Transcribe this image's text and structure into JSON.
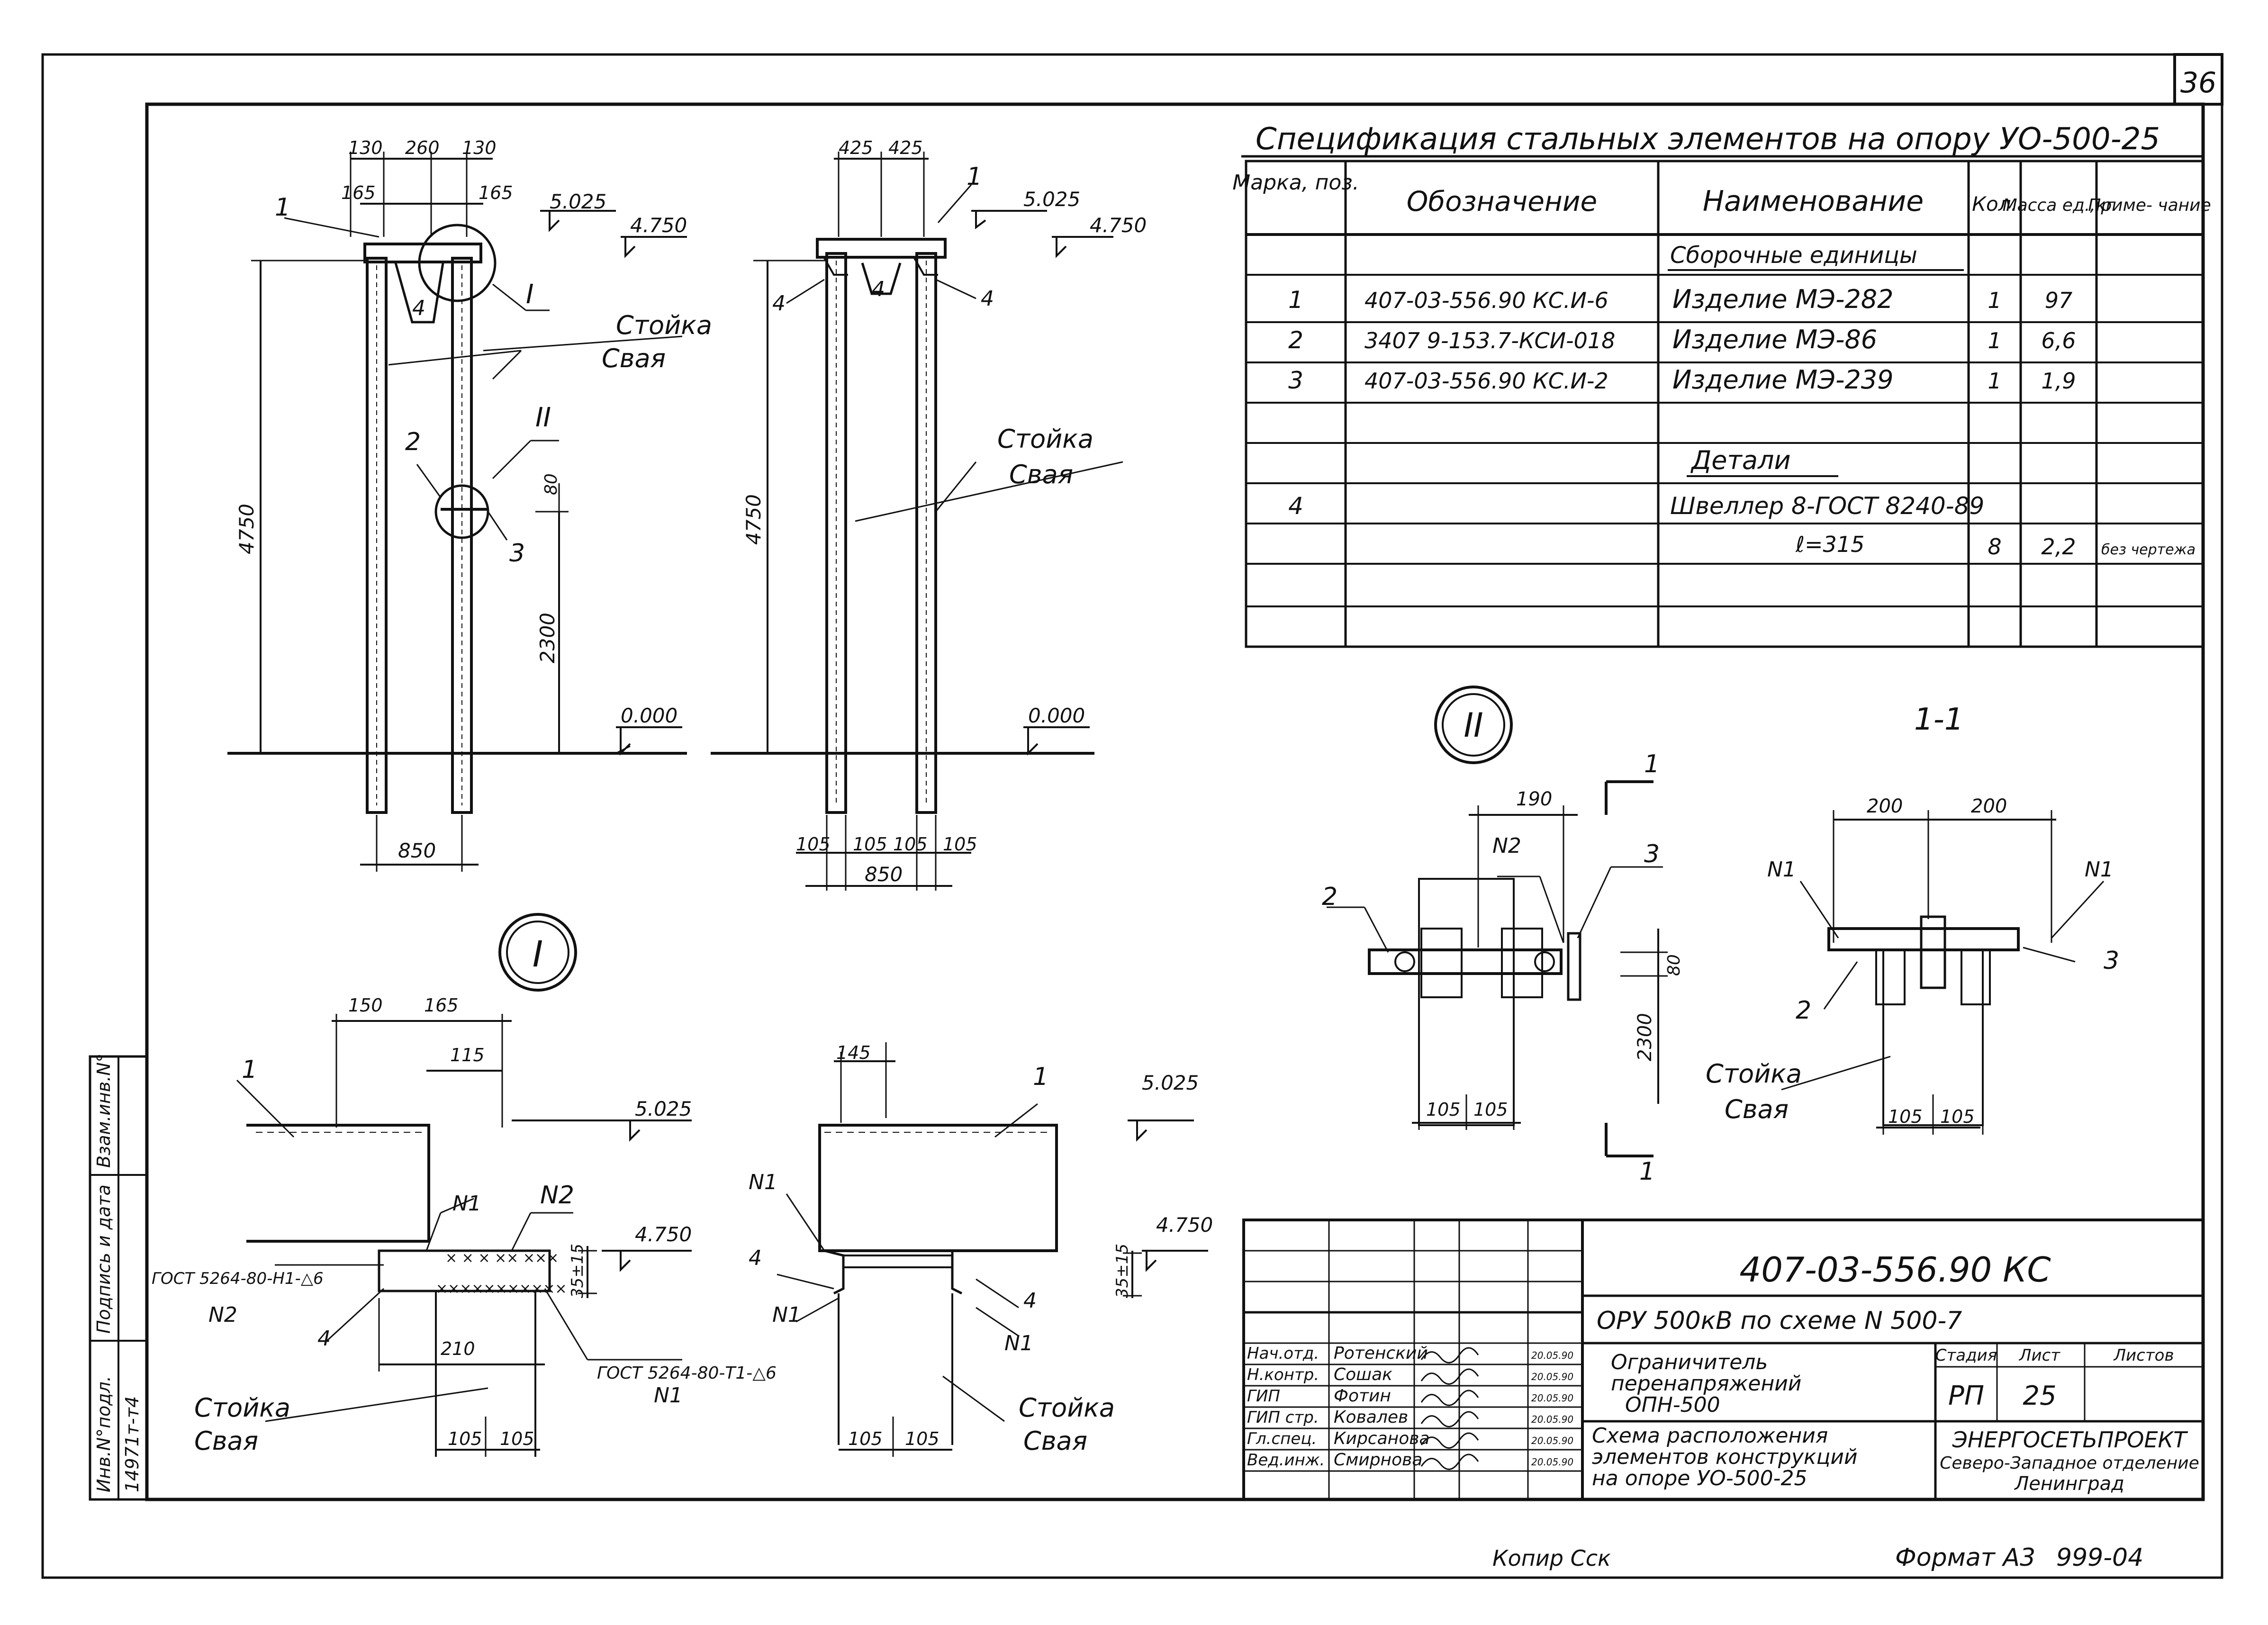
{
  "sheet_number": "36",
  "spec": {
    "title": "Спецификация стальных элементов на опору УО-500-25",
    "headers": {
      "mark": "Марка, поз.",
      "designation": "Обозначение",
      "name": "Наименование",
      "qty": "Кол.",
      "mass": "Масса ед.,кг",
      "note": "Приме- чание"
    },
    "group_assemblies": "Сборочные единицы",
    "group_details": "Детали",
    "rows": [
      {
        "mark": "1",
        "designation": "407-03-556.90 КС.И-6",
        "name": "Изделие МЭ-282",
        "qty": "1",
        "mass": "97",
        "note": ""
      },
      {
        "mark": "2",
        "designation": "3407 9-153.7-КСИ-018",
        "name": "Изделие МЭ-86",
        "qty": "1",
        "mass": "6,6",
        "note": ""
      },
      {
        "mark": "3",
        "designation": "407-03-556.90 КС.И-2",
        "name": "Изделие МЭ-239",
        "qty": "1",
        "mass": "1,9",
        "note": ""
      }
    ],
    "detail_row": {
      "mark": "4",
      "name_line1": "Швеллер 8-ГОСТ 8240-89",
      "name_line2": "ℓ=315",
      "qty": "8",
      "mass": "2,2",
      "note": "без чертежа"
    }
  },
  "drawing": {
    "dims": {
      "d130a": "130",
      "d260": "260",
      "d130b": "130",
      "d165a": "165",
      "d165b": "165",
      "d425a": "425",
      "d425b": "425",
      "d4750a": "4750",
      "d4750b": "4750",
      "d2300a": "2300",
      "d80a": "80",
      "d850a": "850",
      "d850b": "850",
      "d105a": "105",
      "d105b": "105",
      "d105c": "105",
      "d105d": "105",
      "d190": "190",
      "d80b": "80",
      "d2300b": "2300",
      "d105e": "105",
      "d105f": "105",
      "d200a": "200",
      "d200b": "200",
      "d105g": "105",
      "d105h": "105",
      "d150": "150",
      "d165c": "165",
      "d115": "115",
      "d210": "210",
      "d145": "145",
      "d105i": "105",
      "d105j": "105",
      "d105k": "105",
      "d105l": "105",
      "d35a": "35±15",
      "d35b": "35±15"
    },
    "levels": {
      "l5025a": "5.025",
      "l4750a": "4.750",
      "l0000a": "0.000",
      "l5025b": "5.025",
      "l4750b": "4.750",
      "l0000b": "0.000",
      "l5025c": "5.025",
      "l4750c": "4.750",
      "l5025d": "5.025",
      "l4750d": "4.750"
    },
    "labels": {
      "stoika": "Стойка",
      "svaya": "Свая",
      "n1": "N1",
      "n2": "N2",
      "pos1": "1",
      "pos2": "2",
      "pos3": "3",
      "pos4": "4",
      "node1": "I",
      "node2": "II",
      "section": "1-1",
      "sec_mark": "1",
      "gost_n2": "ГОСТ 5264-80-Н1-△6",
      "gost_n1": "ГОСТ 5264-80-Т1-△6"
    }
  },
  "title_block": {
    "code": "407-03-556.90 КС",
    "project": "ОРУ 500кВ по схеме N 500-7",
    "object_lines": [
      "Ограничитель",
      "перенапряжений",
      "ОПН-500"
    ],
    "sheet_title_lines": [
      "Схема расположения",
      "элементов конструкций",
      "на опоре УО-500-25"
    ],
    "stage_label": "Стадия",
    "sheet_label": "Лист",
    "sheets_label": "Листов",
    "stage": "РП",
    "sheet": "25",
    "sheets": "",
    "org_lines": [
      "ЭНЕРГОСЕТЬПРОЕКТ",
      "Северо-Западное отделение",
      "Ленинград"
    ],
    "people": [
      {
        "role": "Нач.отд.",
        "name": "Ротенский",
        "date": "20.05.90"
      },
      {
        "role": "Н.контр.",
        "name": "Сошак",
        "date": "20.05.90"
      },
      {
        "role": "ГИП",
        "name": "Фотин",
        "date": "20.05.90"
      },
      {
        "role": "ГИП стр.",
        "name": "Ковалев",
        "date": "20.05.90"
      },
      {
        "role": "Гл.спец.",
        "name": "Кирсанова",
        "date": "20.05.90"
      },
      {
        "role": "Вед.инж.",
        "name": "Смирнова",
        "date": "20.05.90"
      }
    ]
  },
  "side_stamp": {
    "inv_label": "Инв.N°подл.",
    "sign_label": "Подпись и дата",
    "zam_label": "Взам.инв.N°",
    "inv_value": "14971т-т4"
  },
  "footer": {
    "copied": "Копир Сск",
    "format": "Формат А3",
    "number": "999-04"
  }
}
